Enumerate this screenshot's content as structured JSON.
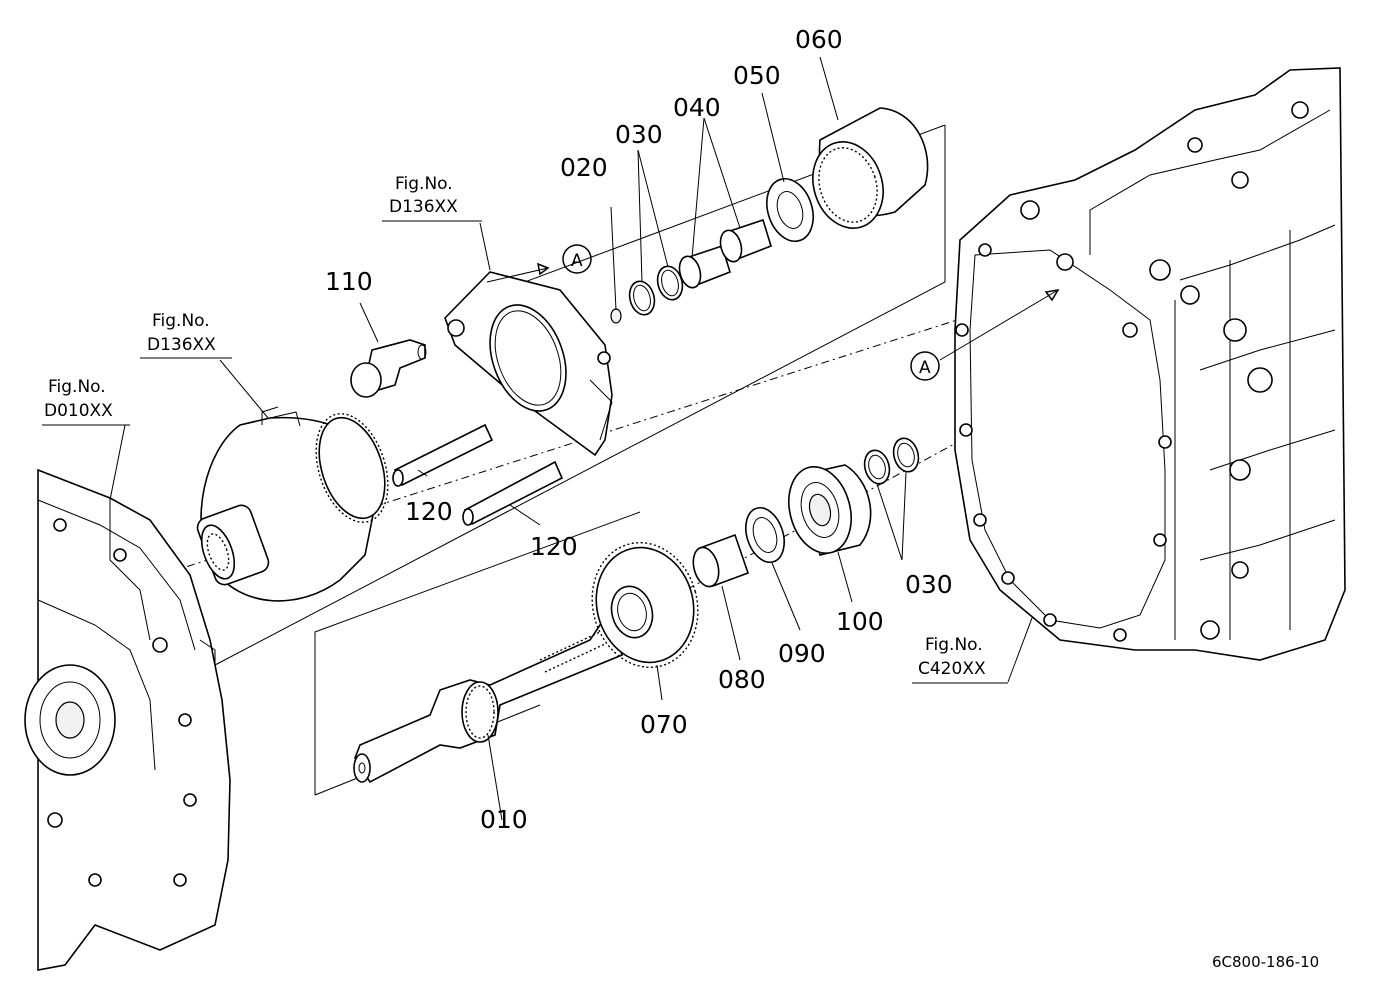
{
  "callouts": [
    {
      "id": "010",
      "label": "010"
    },
    {
      "id": "020",
      "label": "020"
    },
    {
      "id": "030a",
      "label": "030"
    },
    {
      "id": "030b",
      "label": "030"
    },
    {
      "id": "040",
      "label": "040"
    },
    {
      "id": "050",
      "label": "050"
    },
    {
      "id": "060",
      "label": "060"
    },
    {
      "id": "070",
      "label": "070"
    },
    {
      "id": "080",
      "label": "080"
    },
    {
      "id": "090",
      "label": "090"
    },
    {
      "id": "100",
      "label": "100"
    },
    {
      "id": "110",
      "label": "110"
    },
    {
      "id": "120a",
      "label": "120"
    },
    {
      "id": "120b",
      "label": "120"
    }
  ],
  "fig_refs": [
    {
      "id": "d136-top",
      "line1": "Fig.No.",
      "line2": "D136XX"
    },
    {
      "id": "d136-left",
      "line1": "Fig.No.",
      "line2": "D136XX"
    },
    {
      "id": "d010",
      "line1": "Fig.No.",
      "line2": "D010XX"
    },
    {
      "id": "c420",
      "line1": "Fig.No.",
      "line2": "C420XX"
    }
  ],
  "markers": [
    {
      "id": "a-top",
      "letter": "A"
    },
    {
      "id": "a-right",
      "letter": "A"
    }
  ],
  "drawing_code": "6C800-186-10"
}
